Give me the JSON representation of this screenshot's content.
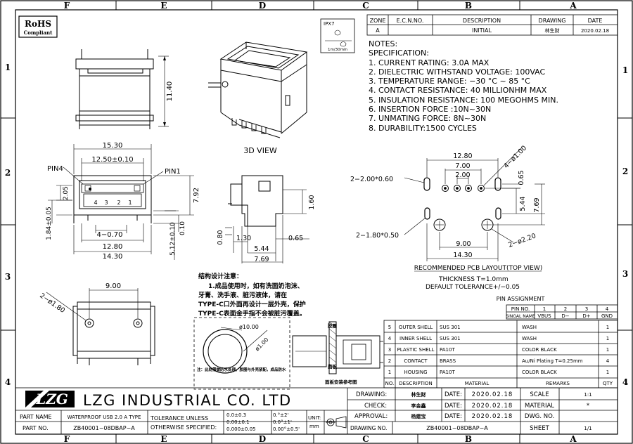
{
  "grid": {
    "cols": [
      "F",
      "E",
      "D",
      "C",
      "B",
      "A"
    ],
    "rows": [
      "1",
      "2",
      "3",
      "4"
    ]
  },
  "rohs": {
    "title": "RoHS",
    "subtitle": "Compliant"
  },
  "ipx": {
    "rating": "IPX7",
    "depth": "1m/30min"
  },
  "revision": {
    "headers": [
      "ZONE",
      "E.C.N.NO.",
      "DESCRIPTION",
      "DRAWING",
      "DATE"
    ],
    "row": {
      "zone": "A",
      "ecn": "",
      "description": "INITIAL",
      "drawing": "林生财",
      "date": "2020.02.18"
    }
  },
  "notes": {
    "title": "NOTES:",
    "spec_title": "SPECIFICATION:",
    "items": [
      "1. CURRENT RATING: 3.0A MAX",
      "2. DIELECTRIC WITHSTAND VOLTAGE: 100VAC",
      "3. TEMPERATURE RANGE: −30 °C ~ 85 °C",
      "4. CONTACT RESISTANCE: 40 MILLIONHM MAX",
      "5. INSULATION RESISTANCE: 100 MEGOHMS MIN.",
      "6. INSERTION FORCE :10N~30N",
      "7. UNMATING FORCE: 8N~30N",
      "8. DURABILITY:1500 CYCLES"
    ]
  },
  "views": {
    "view3d": "3D VIEW",
    "side_dim": "11.40",
    "front": {
      "w_outer": "15.30",
      "w_inner": "12.50±0.10",
      "pin4": "PIN4",
      "pin1": "PIN1",
      "pin_nums": [
        "4",
        "3",
        "2",
        "1"
      ],
      "h1": "7.92",
      "h2": "2.05",
      "h3": "0.10",
      "h4": "1.84±0.05",
      "h5": "5.12±0.10",
      "pitch": "4−0.70",
      "w2": "12.80",
      "w3": "14.30"
    },
    "side2": {
      "d1": "1.60",
      "d2": "0.80",
      "d3": "1.30",
      "d4": "0.65",
      "d5": "5.44",
      "d6": "7.69"
    },
    "bottom": {
      "w": "9.00",
      "hole": "2−ø1.80"
    },
    "pcb": {
      "title": "RECOMMENDED PCB LAYOUT(TOP VIEW)",
      "thickness": "THICKNESS T=1.0mm",
      "tolerance": "DEFAULT TOLERANCE+/−0.05",
      "d1": "12.80",
      "d2": "7.00",
      "d3": "2.00",
      "d4": "4−ø1.00",
      "d5": "0.65",
      "d6": "5.44",
      "d7": "7.69",
      "d8": "9.00",
      "d9": "14.30",
      "d10": "2−ø2.20",
      "slot1": "2−2.00*0.60",
      "slot2": "2−1.80*0.50"
    },
    "note_cn": {
      "title": "结构设计注意：",
      "lines": [
        "1.成品使用时，如有洗面奶泡沫、",
        "牙膏、洗手液、脏污液体，请在",
        "TYPE-C口外面再设计一层外壳，保护",
        "TYPE-C表面金手指不会被脏污覆盖。"
      ]
    },
    "detail": {
      "d1": "ø10.00",
      "d2": "ø1.00",
      "caption": "注：此处需做防水处理，胶圈与外壳紧配，成品防水",
      "label": "胶圈",
      "label2": "面板",
      "caption2": "面板安装参考图"
    }
  },
  "pin_assignment": {
    "title": "PIN ASSIGNMENT",
    "row1_label": "PIN NO.",
    "row1": [
      "1",
      "2",
      "3",
      "4"
    ],
    "row2_label": "SINGAL NAME",
    "row2": [
      "VBUS",
      "D−",
      "D+",
      "GND"
    ]
  },
  "bom": {
    "rows": [
      {
        "no": "5",
        "part": "OUTER SHELL",
        "material": "SUS 301",
        "remarks": "WASH",
        "qty": "1"
      },
      {
        "no": "4",
        "part": "INNER SHELL",
        "material": "SUS 301",
        "remarks": "WASH",
        "qty": "1"
      },
      {
        "no": "3",
        "part": "PLASTIC SHELL",
        "material": "PA10T",
        "remarks": "COLOR BLACK",
        "qty": "1"
      },
      {
        "no": "2",
        "part": "CONTACT",
        "material": "BRASS",
        "remarks": "Au/Ni  Plating  T=0.25mm",
        "qty": "4"
      },
      {
        "no": "1",
        "part": "HOUSING",
        "material": "PA10T",
        "remarks": "COLOR BLACK",
        "qty": "1"
      }
    ],
    "headers": {
      "no": "NO.",
      "part": "DESCRIPTION",
      "material": "MATERIAL",
      "remarks": "REMARKS",
      "qty": "QTY"
    }
  },
  "title_block": {
    "logo": "LZG",
    "company": "LZG INDUSTRIAL CO. LTD",
    "drawing_label": "DRAWING:",
    "drawing_val": "林生财",
    "check_label": "CHECK:",
    "check_val": "李金鑫",
    "approval_label": "APPROVAL:",
    "approval_val": "杨建宝",
    "date_label": "DATE:",
    "date1": "2020.02.18",
    "date2": "2020.02.18",
    "date3": "2020.02.18",
    "scale_label": "SCALE",
    "scale_val": "1:1",
    "material_label": "MATERIAL",
    "material_val": "*",
    "dwg_label": "DWG. NO.",
    "sheet_label": "SHEET",
    "sheet_val": "1/1",
    "part_name_label": "PART NAME",
    "part_name_val": "WATERPROOF USB 2.0 A TYPE",
    "part_no_label": "PART NO.",
    "part_no_val": "ZB40001−08DBAP−A",
    "tol1": "TOLERANCE UNLESS",
    "tol2": "OTHERWISE SPECIFIED:",
    "tol_a": [
      "0.0±0.3",
      "0.00±0.1",
      "0.000±0.05"
    ],
    "tol_b": [
      "0.°±2'",
      "0.0°±1'",
      "0.00°±0.5'"
    ],
    "unit_label": "UNIT:",
    "unit_val": "mm",
    "drawing_no_label": "DRAWING NO.",
    "drawing_no_val": "ZB40001−08DBAP−A"
  }
}
